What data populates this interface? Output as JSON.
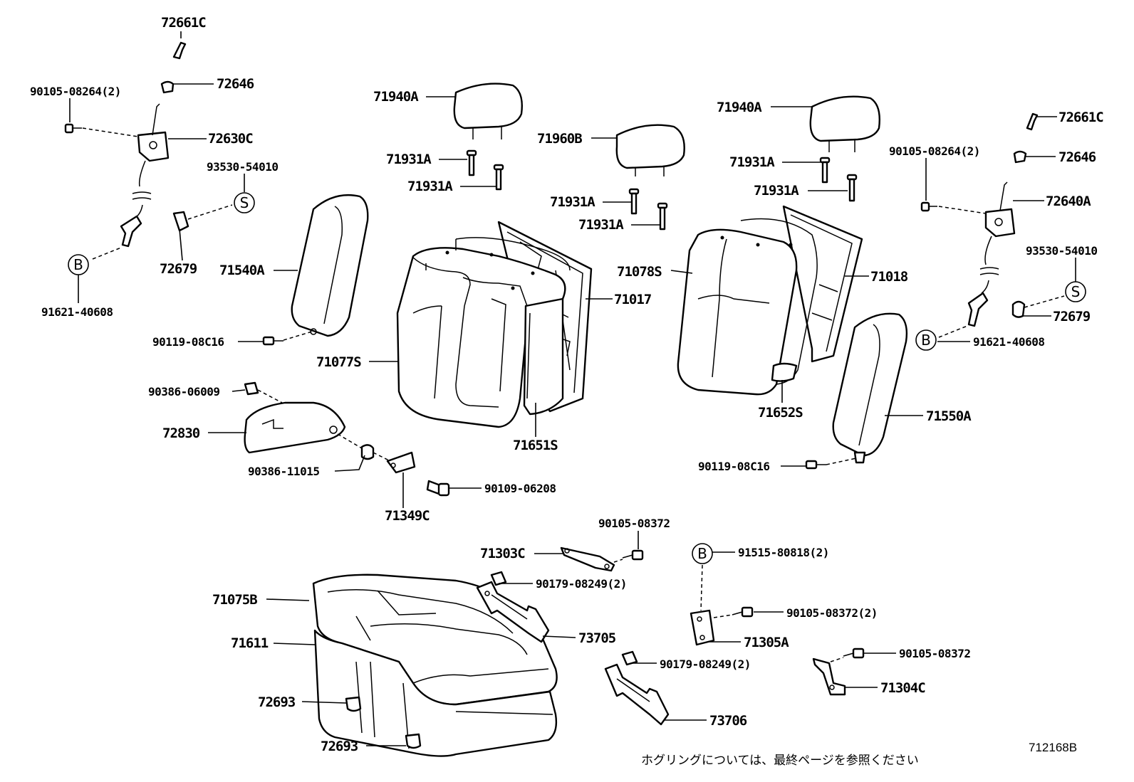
{
  "labels": {
    "p72661c_l": "72661C",
    "p72646_l": "72646",
    "p90105_08264_l": "90105-08264(2)",
    "p72630c": "72630C",
    "p93530_l": "93530-54010",
    "p72679_l": "72679",
    "p91621_l": "91621-40608",
    "p71540a": "71540A",
    "p90119_l": "90119-08C16",
    "p71940a_l": "71940A",
    "p71931a_1": "71931A",
    "p71931a_2": "71931A",
    "p71960b": "71960B",
    "p71931a_3": "71931A",
    "p71931a_4": "71931A",
    "p71077s": "71077S",
    "p71017": "71017",
    "p71651s": "71651S",
    "p90386_06009": "90386-06009",
    "p72830": "72830",
    "p90386_11015": "90386-11015",
    "p71349c": "71349C",
    "p90109_06208": "90109-06208",
    "p71940a_r": "71940A",
    "p71931a_5": "71931A",
    "p71931a_6": "71931A",
    "p71078s": "71078S",
    "p71018": "71018",
    "p71652s": "71652S",
    "p72661c_r": "72661C",
    "p72646_r": "72646",
    "p90105_08264_r": "90105-08264(2)",
    "p72640a": "72640A",
    "p93530_r": "93530-54010",
    "p72679_r": "72679",
    "p91621_r": "91621-40608",
    "p71550a": "71550A",
    "p90119_r": "90119-08C16",
    "p90105_08372_a": "90105-08372",
    "p71303c": "71303C",
    "p90179_a": "90179-08249(2)",
    "p91515": "91515-80818(2)",
    "p90105_08372_b": "90105-08372(2)",
    "p71305a": "71305A",
    "p90105_08372_c": "90105-08372",
    "p71304c": "71304C",
    "p71075b": "71075B",
    "p71611": "71611",
    "p73705": "73705",
    "p90179_b": "90179-08249(2)",
    "p73706": "73706",
    "p72693_1": "72693",
    "p72693_2": "72693"
  },
  "symbols": {
    "b_left": "B",
    "s_left": "S",
    "b_right": "B",
    "s_right": "S",
    "b_bottom": "B"
  },
  "footer": {
    "note": "ホグリングについては、最終ページを参照ください",
    "drawing_code": "712168B"
  }
}
